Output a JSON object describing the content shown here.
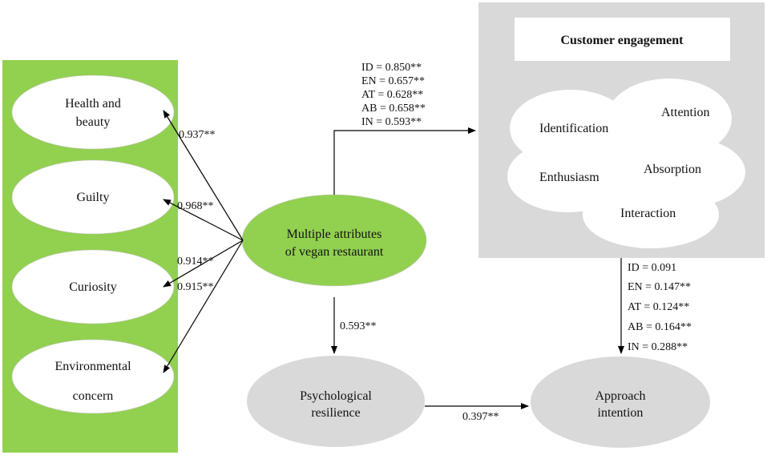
{
  "antecedents": [
    {
      "id": "health",
      "lines": [
        "Health and",
        "beauty"
      ],
      "coef": "0.937**"
    },
    {
      "id": "guilty",
      "lines": [
        "Guilty"
      ],
      "coef": "0.968**"
    },
    {
      "id": "curiosity",
      "lines": [
        "Curiosity"
      ],
      "coef": "0.914**"
    },
    {
      "id": "environmental",
      "lines": [
        "Environmental",
        "concern"
      ],
      "coef": "0.915**"
    }
  ],
  "central": {
    "lines": [
      "Multiple attributes",
      "of vegan restaurant"
    ]
  },
  "engagement": {
    "title": "Customer engagement",
    "dimensions": [
      "Identification",
      "Attention",
      "Enthusiasm",
      "Absorption",
      "Interaction"
    ]
  },
  "to_engagement_coefs": [
    "ID = 0.850**",
    "EN = 0.657**",
    "AT = 0.628**",
    "AB = 0.658**",
    "IN = 0.593**"
  ],
  "engagement_to_approach_coefs": [
    "ID = 0.091",
    "EN = 0.147**",
    "AT = 0.124**",
    "AB = 0.164**",
    "IN = 0.288**"
  ],
  "resilience": {
    "lines": [
      "Psychological",
      "resilience"
    ]
  },
  "approach": {
    "lines": [
      "Approach",
      "intention"
    ]
  },
  "central_to_resilience_coef": "0.593**",
  "resilience_to_approach_coef": "0.397**",
  "colors": {
    "green": "#92d050",
    "grey": "#d9d9d9",
    "white": "#ffffff",
    "line": "#000000"
  }
}
